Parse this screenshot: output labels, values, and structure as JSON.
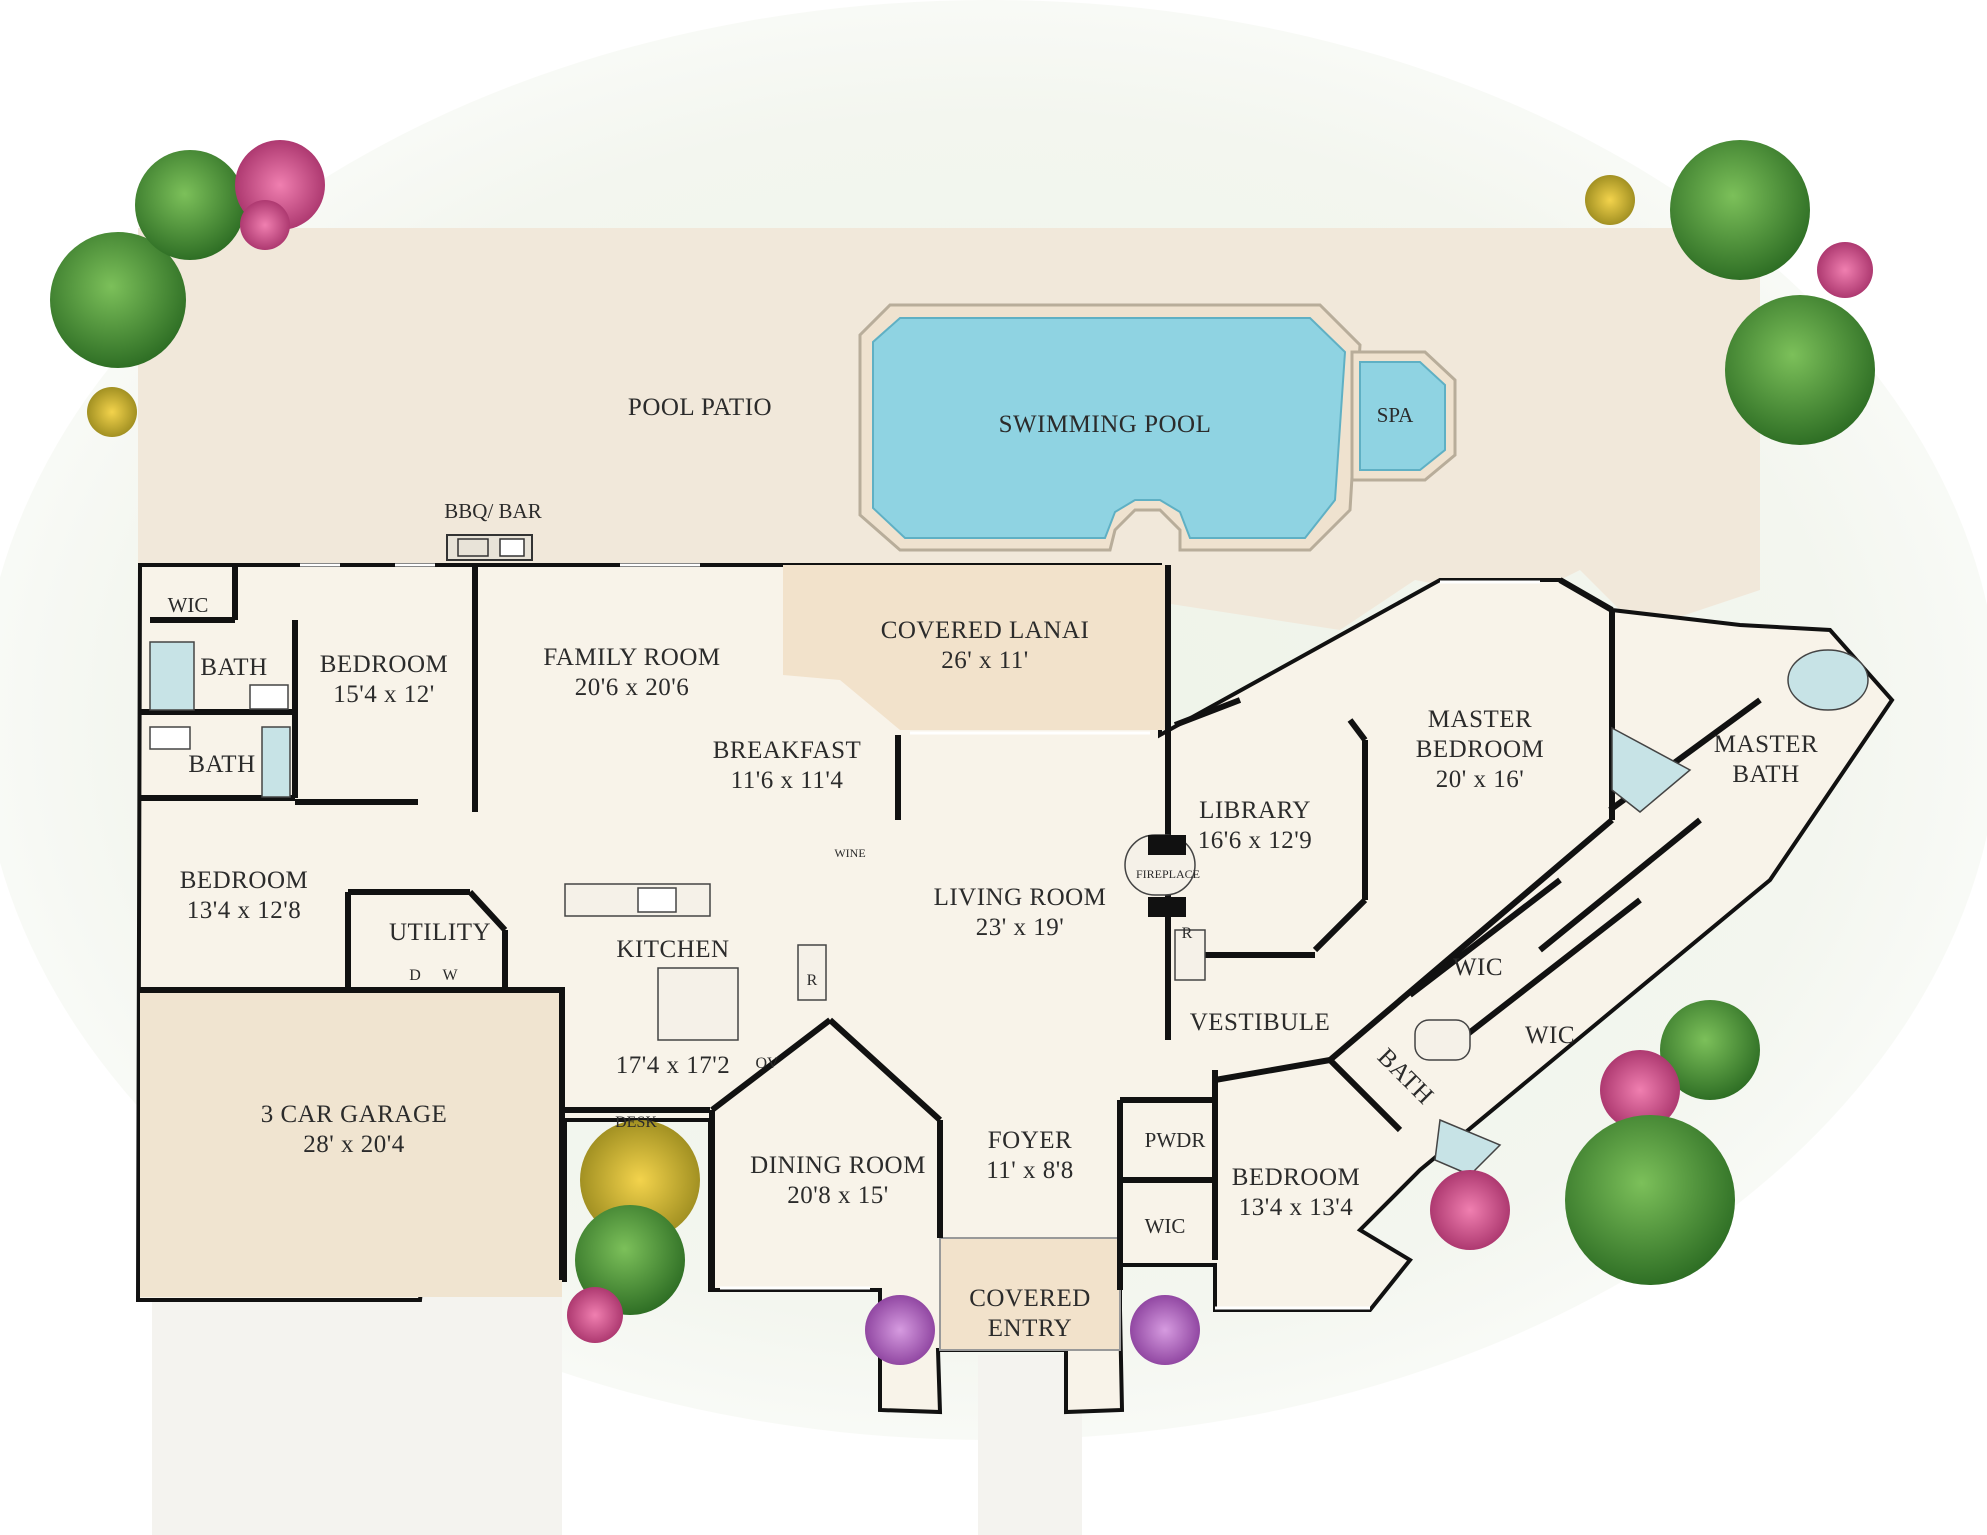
{
  "plan": {
    "outdoor": {
      "pool_patio": "POOL PATIO",
      "swimming_pool": "SWIMMING POOL",
      "spa": "SPA",
      "bbq_bar": "BBQ/ BAR"
    },
    "rooms": {
      "wic_left": "WIC",
      "bath_upper_left": "BATH",
      "bath_lower_left": "BATH",
      "bedroom_nw": {
        "name": "BEDROOM",
        "size": "15'4 x 12'"
      },
      "bedroom_w": {
        "name": "BEDROOM",
        "size": "13'4 x 12'8"
      },
      "utility": "UTILITY",
      "dryer": "D",
      "washer": "W",
      "garage": {
        "name": "3 CAR GARAGE",
        "size": "28' x 20'4"
      },
      "family_room": {
        "name": "FAMILY ROOM",
        "size": "20'6 x 20'6"
      },
      "covered_lanai": {
        "name": "COVERED LANAI",
        "size": "26' x 11'"
      },
      "breakfast": {
        "name": "BREAKFAST",
        "size": "11'6 x 11'4"
      },
      "wine": "WINE",
      "kitchen": {
        "name": "KITCHEN",
        "size": "17'4 x 17'2"
      },
      "refrigerator_kitchen": "R",
      "oven": "OV",
      "desk": "DESK",
      "living_room": {
        "name": "LIVING ROOM",
        "size": "23' x 19'"
      },
      "dining_room": {
        "name": "DINING ROOM",
        "size": "20'8  x 15'"
      },
      "foyer": {
        "name": "FOYER",
        "size": "11' x 8'8"
      },
      "covered_entry": {
        "line1": "COVERED",
        "line2": "ENTRY"
      },
      "library": {
        "name": "LIBRARY",
        "size": "16'6 x 12'9"
      },
      "fireplace": "FIREPLACE",
      "refrigerator_bar": "R",
      "vestibule": "VESTIBULE",
      "pwdr": "PWDR",
      "wic_pwdr": "WIC",
      "bedroom_se": {
        "name": "BEDROOM",
        "size": "13'4 x 13'4"
      },
      "master_bedroom": {
        "line1": "MASTER",
        "line2": "BEDROOM",
        "size": "20' x 16'"
      },
      "master_bath": {
        "line1": "MASTER",
        "line2": "BATH"
      },
      "wic_master_1": "WIC",
      "wic_master_2": "WIC",
      "bath_diag": "BATH"
    },
    "colors": {
      "patio": "#f1e8da",
      "interior": "#f8f3e9",
      "lanai": "#f2e2cb",
      "garage": "#f0e4d0",
      "pool": "#8fd3e2",
      "wall": "#111111",
      "foliage": "#4f9a3a",
      "flowers": "#d9578f"
    }
  }
}
